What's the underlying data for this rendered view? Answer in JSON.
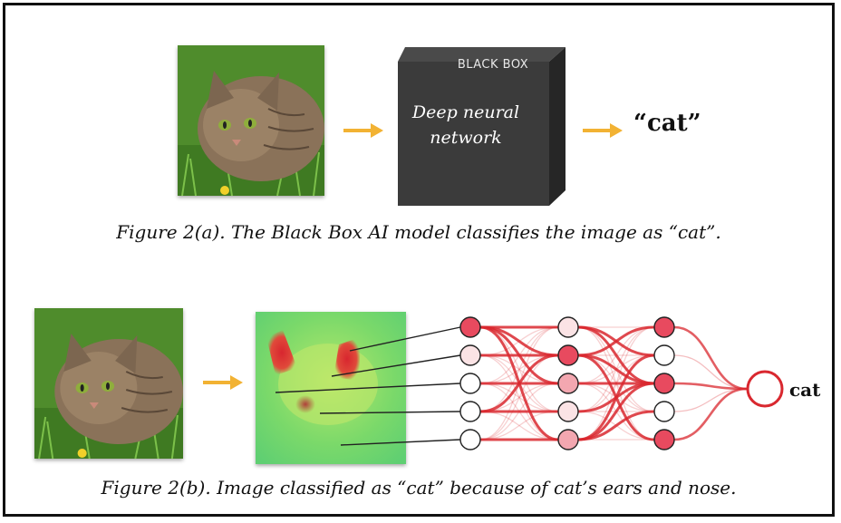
{
  "figure_a": {
    "box_title": "BLACK BOX",
    "box_label_line1": "Deep neural",
    "box_label_line2": "network",
    "output_label": "“cat”",
    "caption": "Figure 2(a). The Black Box AI model classifies the image as “cat”."
  },
  "figure_b": {
    "output_label": "cat",
    "caption": "Figure 2(b). Image classified as “cat” because of cat’s ears and nose."
  },
  "colors": {
    "arrow": "#f2b233",
    "box": "#3b3b3b",
    "node_red": "#e84a5f",
    "edge_red": "#d9282f",
    "heatmap_green": "#7bd96a"
  }
}
